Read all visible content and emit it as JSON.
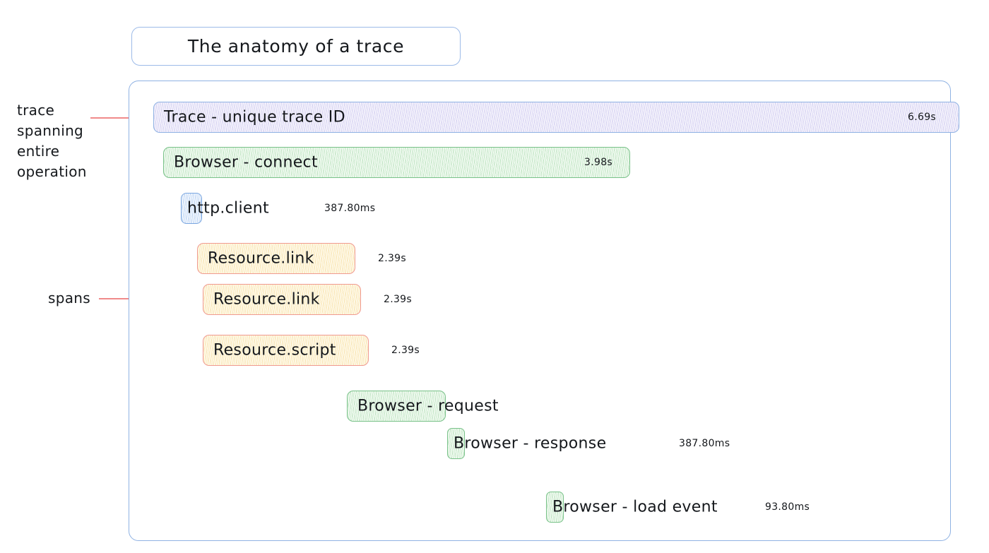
{
  "title": {
    "text": "The anatomy of a trace"
  },
  "annotations": [
    {
      "id": "trace-annotation",
      "label": "trace\nspanning\nentire\noperation",
      "bracket": "trace-bracket"
    },
    {
      "id": "spans-annotation",
      "label": "spans",
      "bracket": "spans-bracket"
    }
  ],
  "spans": [
    {
      "name": "trace-root",
      "label": "Trace - unique trace ID",
      "duration": "6.69s",
      "duration_position": "inside",
      "color": "trace",
      "accent": "#8fb2e3"
    },
    {
      "name": "browser-connect",
      "label": "Browser - connect",
      "duration": "3.98s",
      "duration_position": "inside",
      "color": "green",
      "accent": "#79c289"
    },
    {
      "name": "http-client",
      "label": "http.client",
      "duration": "387.80ms",
      "duration_position": "outside",
      "color": "blue",
      "accent": "#7aa6e0"
    },
    {
      "name": "resource-link-1",
      "label": "Resource.link",
      "duration": "2.39s",
      "duration_position": "outside",
      "color": "yellow",
      "accent": "#f09a90"
    },
    {
      "name": "resource-link-2",
      "label": "Resource.link",
      "duration": "2.39s",
      "duration_position": "outside",
      "color": "yellow",
      "accent": "#f09a90"
    },
    {
      "name": "resource-script",
      "label": "Resource.script",
      "duration": "2.39s",
      "duration_position": "outside",
      "color": "yellow",
      "accent": "#f09a90"
    },
    {
      "name": "browser-request",
      "label": "Browser - request",
      "duration": "",
      "duration_position": "none",
      "color": "green",
      "accent": "#79c289"
    },
    {
      "name": "browser-response",
      "label": "Browser - response",
      "duration": "387.80ms",
      "duration_position": "outside",
      "color": "green",
      "accent": "#79c289"
    },
    {
      "name": "browser-load-event",
      "label": "Browser - load event",
      "duration": "93.80ms",
      "duration_position": "outside",
      "color": "green",
      "accent": "#79c289"
    }
  ],
  "colors": {
    "container_border": "#8fb2e3",
    "annotation_red": "#f26b6b",
    "trace_fill": "#e6e3f8",
    "green_fill": "#dcf2dd",
    "blue_fill": "#dce9fa",
    "yellow_fill": "#fdf1cf",
    "text": "#15181c"
  }
}
